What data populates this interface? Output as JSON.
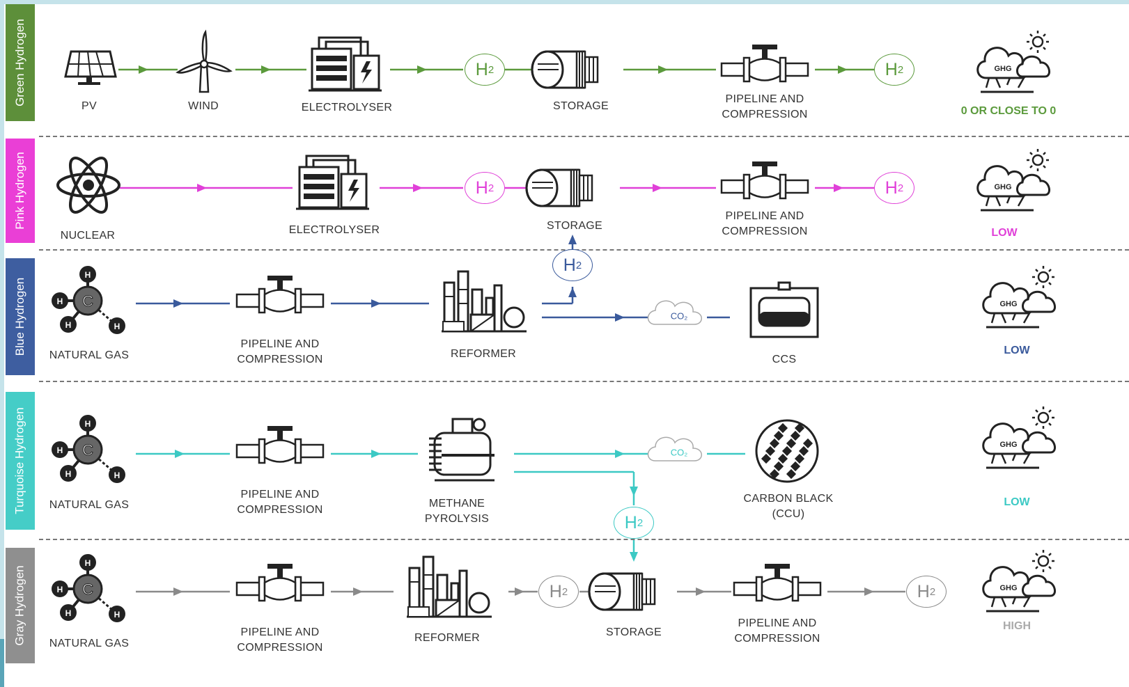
{
  "rows": {
    "green": {
      "band": "Green Hydrogen",
      "labels": {
        "pv": "PV",
        "wind": "WIND",
        "electrolyser": "ELECTROLYSER",
        "storage": "STORAGE",
        "pipeline": "PIPELINE AND\nCOMPRESSION"
      },
      "emission": "0 OR CLOSE TO 0"
    },
    "pink": {
      "band": "Pink Hydrogen",
      "labels": {
        "nuclear": "NUCLEAR",
        "electrolyser": "ELECTROLYSER",
        "storage": "STORAGE",
        "pipeline": "PIPELINE AND\nCOMPRESSION"
      },
      "emission": "LOW"
    },
    "blue": {
      "band": "Blue Hydrogen",
      "labels": {
        "gas": "NATURAL GAS",
        "pipeline": "PIPELINE AND\nCOMPRESSION",
        "reformer": "REFORMER",
        "ccs": "CCS"
      },
      "emission": "LOW"
    },
    "turquoise": {
      "band": "Turquoise Hydrogen",
      "labels": {
        "gas": "NATURAL GAS",
        "pipeline": "PIPELINE AND\nCOMPRESSION",
        "pyrolysis": "METHANE\nPYROLYSIS",
        "carbon": "CARBON BLACK\n(CCU)"
      },
      "emission": "LOW"
    },
    "gray": {
      "band": "Gray Hydrogen",
      "labels": {
        "gas": "NATURAL GAS",
        "pipeline": "PIPELINE AND\nCOMPRESSION",
        "reformer": "REFORMER",
        "storage": "STORAGE",
        "pipeline2": "PIPELINE AND\nCOMPRESSION"
      },
      "emission": "HIGH"
    }
  },
  "symbols": {
    "h2_main": "H",
    "h2_sub": "2",
    "co2": "CO₂",
    "ghg": "GHG"
  },
  "colors": {
    "green": "#5b9a3c",
    "pink": "#e040d8",
    "blue": "#3a5a9c",
    "turquoise": "#3cc9c4",
    "gray": "#8a8a8a",
    "band_green": "#5d8f3a",
    "band_pink": "#ea3fd6",
    "band_blue": "#3e5ea0",
    "band_turquoise": "#45cdc7",
    "band_gray": "#8f8f8f"
  },
  "icons": [
    "solar-panel-icon",
    "wind-turbine-icon",
    "electrolyser-icon",
    "storage-tank-icon",
    "pipeline-valve-icon",
    "atom-icon",
    "methane-molecule-icon",
    "reformer-plant-icon",
    "ccs-icon",
    "pyrolysis-reactor-icon",
    "carbon-black-icon",
    "ghg-cloud-icon",
    "co2-cloud-icon",
    "h2-circle-icon"
  ]
}
